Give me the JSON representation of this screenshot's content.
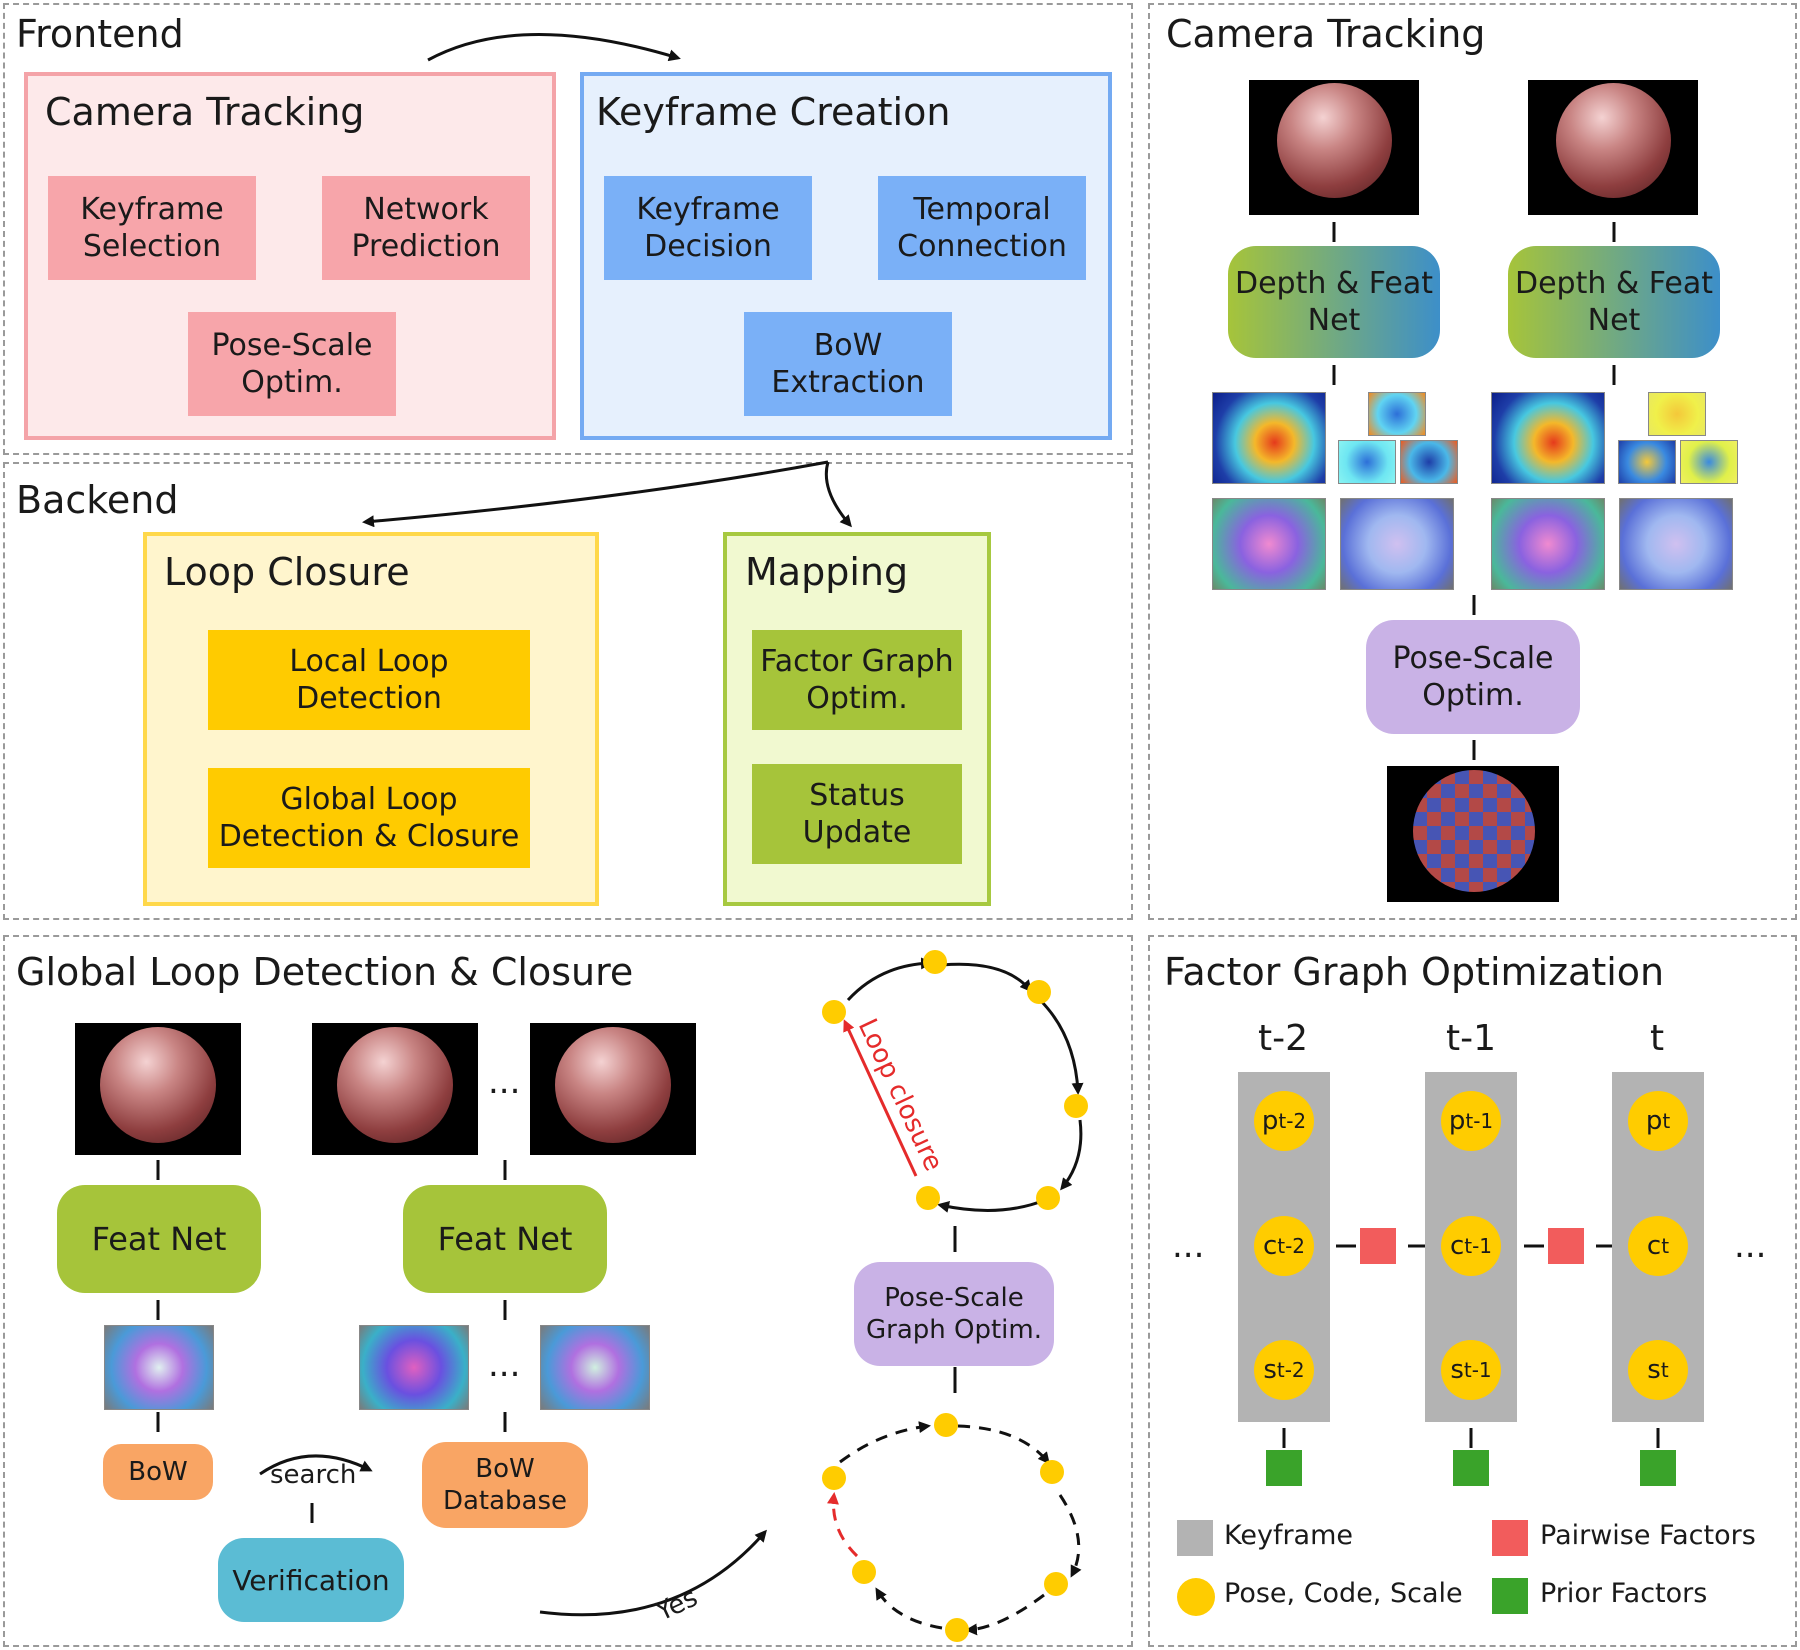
{
  "colors": {
    "pink_group": "#fde9ea",
    "pink_border": "#f4a3a8",
    "pink_box": "#f7a5aa",
    "blue_group": "#e6f0fd",
    "blue_border": "#74aaf2",
    "blue_box": "#7ab0f7",
    "yellow_group": "#fff5cd",
    "yellow_border": "#ffd84a",
    "yellow_box": "#ffcb00",
    "green_group": "#f1f9d0",
    "green_border": "#a7c940",
    "green_box": "#a6c43a",
    "purple_box": "#c9b2e6",
    "orange_box": "#f9a564",
    "cyan_box": "#5bbcd4",
    "node": "#ffcc00",
    "keyframe": "#b3b3b3",
    "pairwise": "#f25c5c",
    "prior": "#3aa32a",
    "loop_arrow": "#e52b2b"
  },
  "frontend": {
    "title": "Frontend",
    "camera_tracking": {
      "title": "Camera Tracking",
      "keyframe_selection": "Keyframe\nSelection",
      "network_prediction": "Network\nPrediction",
      "pose_scale": "Pose-Scale\nOptim."
    },
    "keyframe_creation": {
      "title": "Keyframe Creation",
      "keyframe_decision": "Keyframe\nDecision",
      "temporal_connection": "Temporal\nConnection",
      "bow_extraction": "BoW\nExtraction"
    }
  },
  "backend": {
    "title": "Backend",
    "loop_closure": {
      "title": "Loop Closure",
      "local_loop": "Local Loop\nDetection",
      "global_loop": "Global Loop\nDetection & Closure"
    },
    "mapping": {
      "title": "Mapping",
      "factor_graph": "Factor Graph\nOptim.",
      "status_update": "Status\nUpdate"
    }
  },
  "camera_tracking_panel": {
    "title": "Camera Tracking",
    "net_left": "Depth & Feat\nNet",
    "net_right": "Depth & Feat\nNet",
    "pose_scale": "Pose-Scale\nOptim."
  },
  "global_loop_panel": {
    "title": "Global Loop Detection & Closure",
    "feat_net_left": "Feat Net",
    "feat_net_right": "Feat Net",
    "ellipsis_images": "...",
    "ellipsis_features": "...",
    "bow": "BoW",
    "search": "search",
    "bow_database": "BoW\nDatabase",
    "verification": "Verification",
    "yes": "Yes",
    "loop_closure": "Loop closure",
    "pose_scale_graph": "Pose-Scale\nGraph Optim."
  },
  "factor_graph_panel": {
    "title": "Factor Graph Optimization",
    "ellipsis_left": "...",
    "ellipsis_right": "...",
    "columns": [
      {
        "time": "t-2",
        "pose": "p",
        "pose_sub": "t-2",
        "code": "c",
        "code_sub": "t-2",
        "scale": "s",
        "scale_sub": "t-2"
      },
      {
        "time": "t-1",
        "pose": "p",
        "pose_sub": "t-1",
        "code": "c",
        "code_sub": "t-1",
        "scale": "s",
        "scale_sub": "t-1"
      },
      {
        "time": "t",
        "pose": "p",
        "pose_sub": "t",
        "code": "c",
        "code_sub": "t",
        "scale": "s",
        "scale_sub": "t"
      }
    ],
    "legend": {
      "keyframe": "Keyframe",
      "pose_code_scale": "Pose, Code, Scale",
      "pairwise": "Pairwise Factors",
      "prior": "Prior Factors"
    }
  }
}
